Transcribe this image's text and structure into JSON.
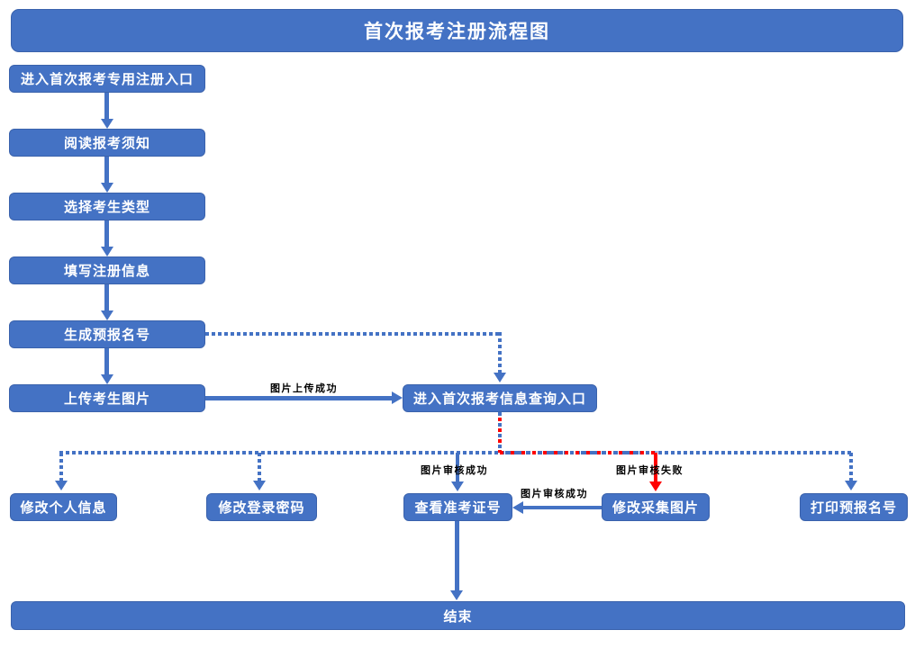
{
  "title": "首次报考注册流程图",
  "colors": {
    "node_fill": "#4472C4",
    "node_border": "#3A62AC",
    "arrow_blue": "#4472C4",
    "arrow_red": "#FF0000",
    "node_text": "#FFFFFF",
    "edge_label_text": "#000000"
  },
  "nodes": {
    "enter_registration": "进入首次报考专用注册入口",
    "read_notice": "阅读报考须知",
    "select_type": "选择考生类型",
    "fill_info": "填写注册信息",
    "generate_number": "生成预报名号",
    "upload_photo": "上传考生图片",
    "enter_query": "进入首次报考信息查询入口",
    "modify_personal": "修改个人信息",
    "modify_password": "修改登录密码",
    "view_ticket": "查看准考证号",
    "modify_photo": "修改采集图片",
    "print_number": "打印预报名号",
    "end": "结束"
  },
  "edge_labels": {
    "upload_success": "图片上传成功",
    "review_success_to_ticket": "图片审核成功",
    "review_fail": "图片审核失败",
    "review_success_after_fix": "图片审核成功"
  }
}
